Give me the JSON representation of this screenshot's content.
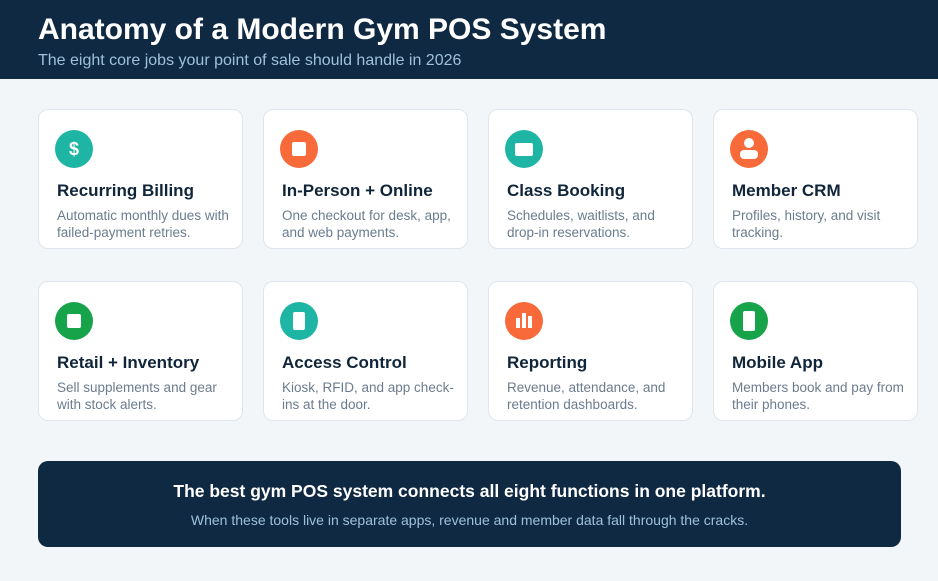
{
  "header": {
    "title": "Anatomy of a Modern Gym POS System",
    "subtitle": "The eight core jobs your point of sale should handle in 2026"
  },
  "colors": {
    "navy": "#0f2942",
    "teal": "#1fb5a5",
    "orange": "#f96a3b",
    "green": "#16a34a",
    "subtitle": "#9fc0dc"
  },
  "cards": [
    {
      "title": "Recurring Billing",
      "desc": "Automatic monthly dues with failed-payment retries.",
      "icon": "dollar-icon",
      "glyph": "$",
      "color": "#1fb5a5"
    },
    {
      "title": "In-Person + Online",
      "desc": "One checkout for desk, app, and web payments.",
      "icon": "square-icon",
      "color": "#f96a3b"
    },
    {
      "title": "Class Booking",
      "desc": "Schedules, waitlists, and drop-in reservations.",
      "icon": "screen-icon",
      "color": "#1fb5a5"
    },
    {
      "title": "Member CRM",
      "desc": "Profiles, history, and visit tracking.",
      "icon": "person-icon",
      "color": "#f96a3b"
    },
    {
      "title": "Retail + Inventory",
      "desc": "Sell supplements and gear with stock alerts.",
      "icon": "box-icon",
      "color": "#16a34a"
    },
    {
      "title": "Access Control",
      "desc": "Kiosk, RFID, and app check-ins at the door.",
      "icon": "card-icon",
      "color": "#1fb5a5"
    },
    {
      "title": "Reporting",
      "desc": "Revenue, attendance, and retention dashboards.",
      "icon": "bar-chart-icon",
      "color": "#f96a3b"
    },
    {
      "title": "Mobile App",
      "desc": "Members book and pay from their phones.",
      "icon": "phone-icon",
      "color": "#16a34a"
    }
  ],
  "footer": {
    "title": "The best gym POS system connects all eight functions in one platform.",
    "subtitle": "When these tools live in separate apps, revenue and member data fall through the cracks."
  }
}
